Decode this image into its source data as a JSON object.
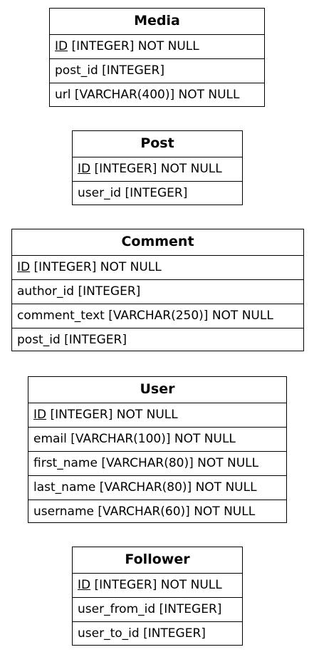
{
  "entities": {
    "media": {
      "title": "Media",
      "fields": [
        {
          "name": "ID",
          "type": " [INTEGER] NOT NULL"
        },
        {
          "text": "post_id [INTEGER]"
        },
        {
          "text": "url [VARCHAR(400)] NOT NULL"
        }
      ]
    },
    "post": {
      "title": "Post",
      "fields": [
        {
          "name": "ID",
          "type": " [INTEGER] NOT NULL"
        },
        {
          "text": "user_id [INTEGER]"
        }
      ]
    },
    "comment": {
      "title": "Comment",
      "fields": [
        {
          "name": "ID",
          "type": " [INTEGER] NOT NULL"
        },
        {
          "text": "author_id [INTEGER]"
        },
        {
          "text": "comment_text [VARCHAR(250)] NOT NULL"
        },
        {
          "text": "post_id [INTEGER]"
        }
      ]
    },
    "user": {
      "title": "User",
      "fields": [
        {
          "name": "ID",
          "type": " [INTEGER] NOT NULL"
        },
        {
          "text": "email [VARCHAR(100)] NOT NULL"
        },
        {
          "text": "first_name [VARCHAR(80)] NOT NULL"
        },
        {
          "text": "last_name [VARCHAR(80)] NOT NULL"
        },
        {
          "text": "username [VARCHAR(60)] NOT NULL"
        }
      ]
    },
    "follower": {
      "title": "Follower",
      "fields": [
        {
          "name": "ID",
          "type": " [INTEGER] NOT NULL"
        },
        {
          "text": "user_from_id [INTEGER]"
        },
        {
          "text": "user_to_id [INTEGER]"
        }
      ]
    }
  }
}
